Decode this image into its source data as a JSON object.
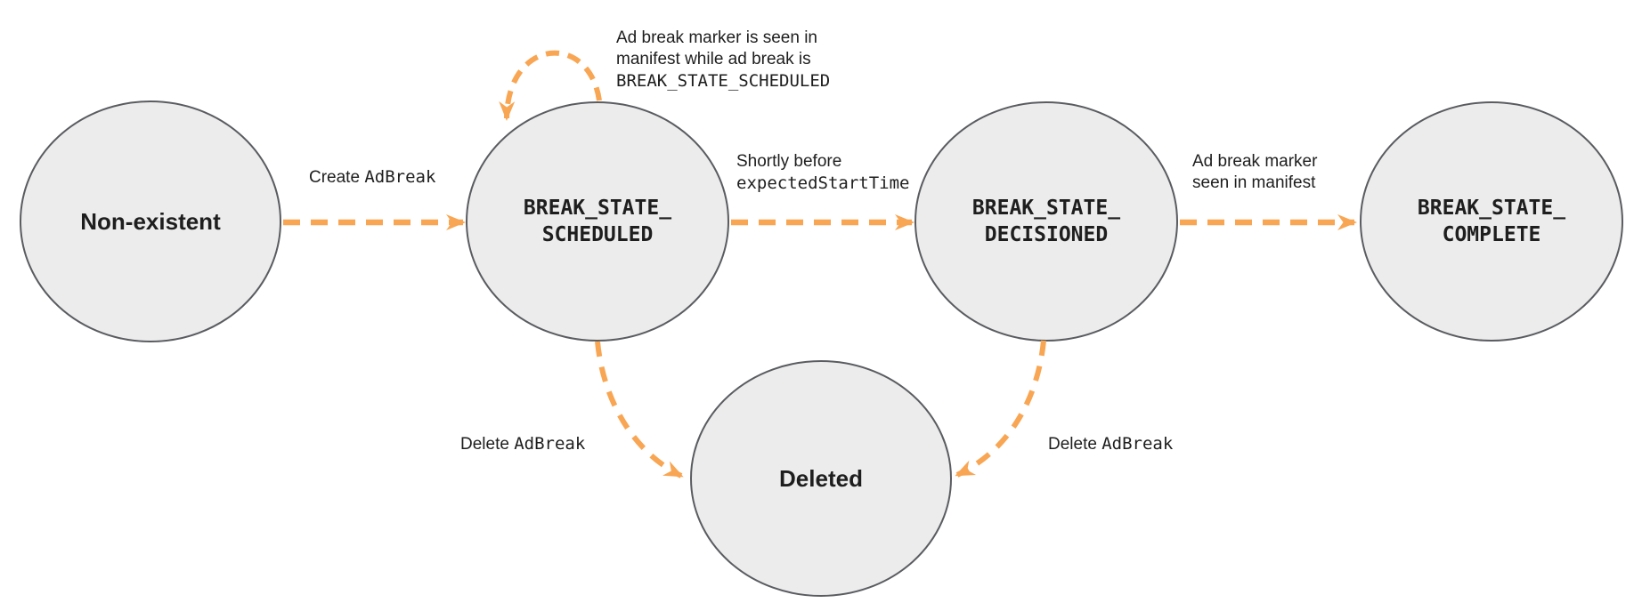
{
  "states": {
    "non_existent": {
      "label": "Non-existent"
    },
    "scheduled": {
      "line1": "BREAK_STATE_",
      "line2": "SCHEDULED"
    },
    "decisioned": {
      "line1": "BREAK_STATE_",
      "line2": "DECISIONED"
    },
    "complete": {
      "line1": "BREAK_STATE_",
      "line2": "COMPLETE"
    },
    "deleted": {
      "label": "Deleted"
    }
  },
  "transitions": {
    "create_adbreak": {
      "text": "Create",
      "code": "AdBreak"
    },
    "self_loop": {
      "line1": "Ad break marker is seen in",
      "line2": "manifest while ad break is",
      "line3": "BREAK_STATE_SCHEDULED"
    },
    "shortly_before": {
      "line1": "Shortly before",
      "line2_code": "expectedStartTime"
    },
    "marker_seen": {
      "line1": "Ad break marker",
      "line2": "seen in manifest"
    },
    "delete_left": {
      "text": "Delete",
      "code": "AdBreak"
    },
    "delete_right": {
      "text": "Delete",
      "code": "AdBreak"
    }
  },
  "colors": {
    "arrow": "#F8A653",
    "state_fill": "#ECECEC",
    "state_border": "#5A5C60",
    "text": "#1E1E1E"
  }
}
